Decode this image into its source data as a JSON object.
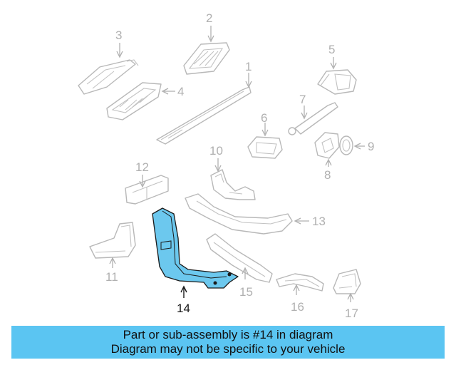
{
  "callouts": {
    "c1": "1",
    "c2": "2",
    "c3": "3",
    "c4": "4",
    "c5": "5",
    "c6": "6",
    "c7": "7",
    "c8": "8",
    "c9": "9",
    "c10": "10",
    "c11": "11",
    "c12": "12",
    "c13": "13",
    "c14": "14",
    "c15": "15",
    "c16": "16",
    "c17": "17"
  },
  "highlighted_part": "14",
  "colors": {
    "highlight_fill": "#6cc8ee",
    "banner_bg": "#5bc5f2",
    "line_gray": "#b8b8b8"
  },
  "banner": {
    "line1": "Part or sub-assembly is #14 in diagram",
    "line2": "Diagram may not be specific to your vehicle"
  }
}
